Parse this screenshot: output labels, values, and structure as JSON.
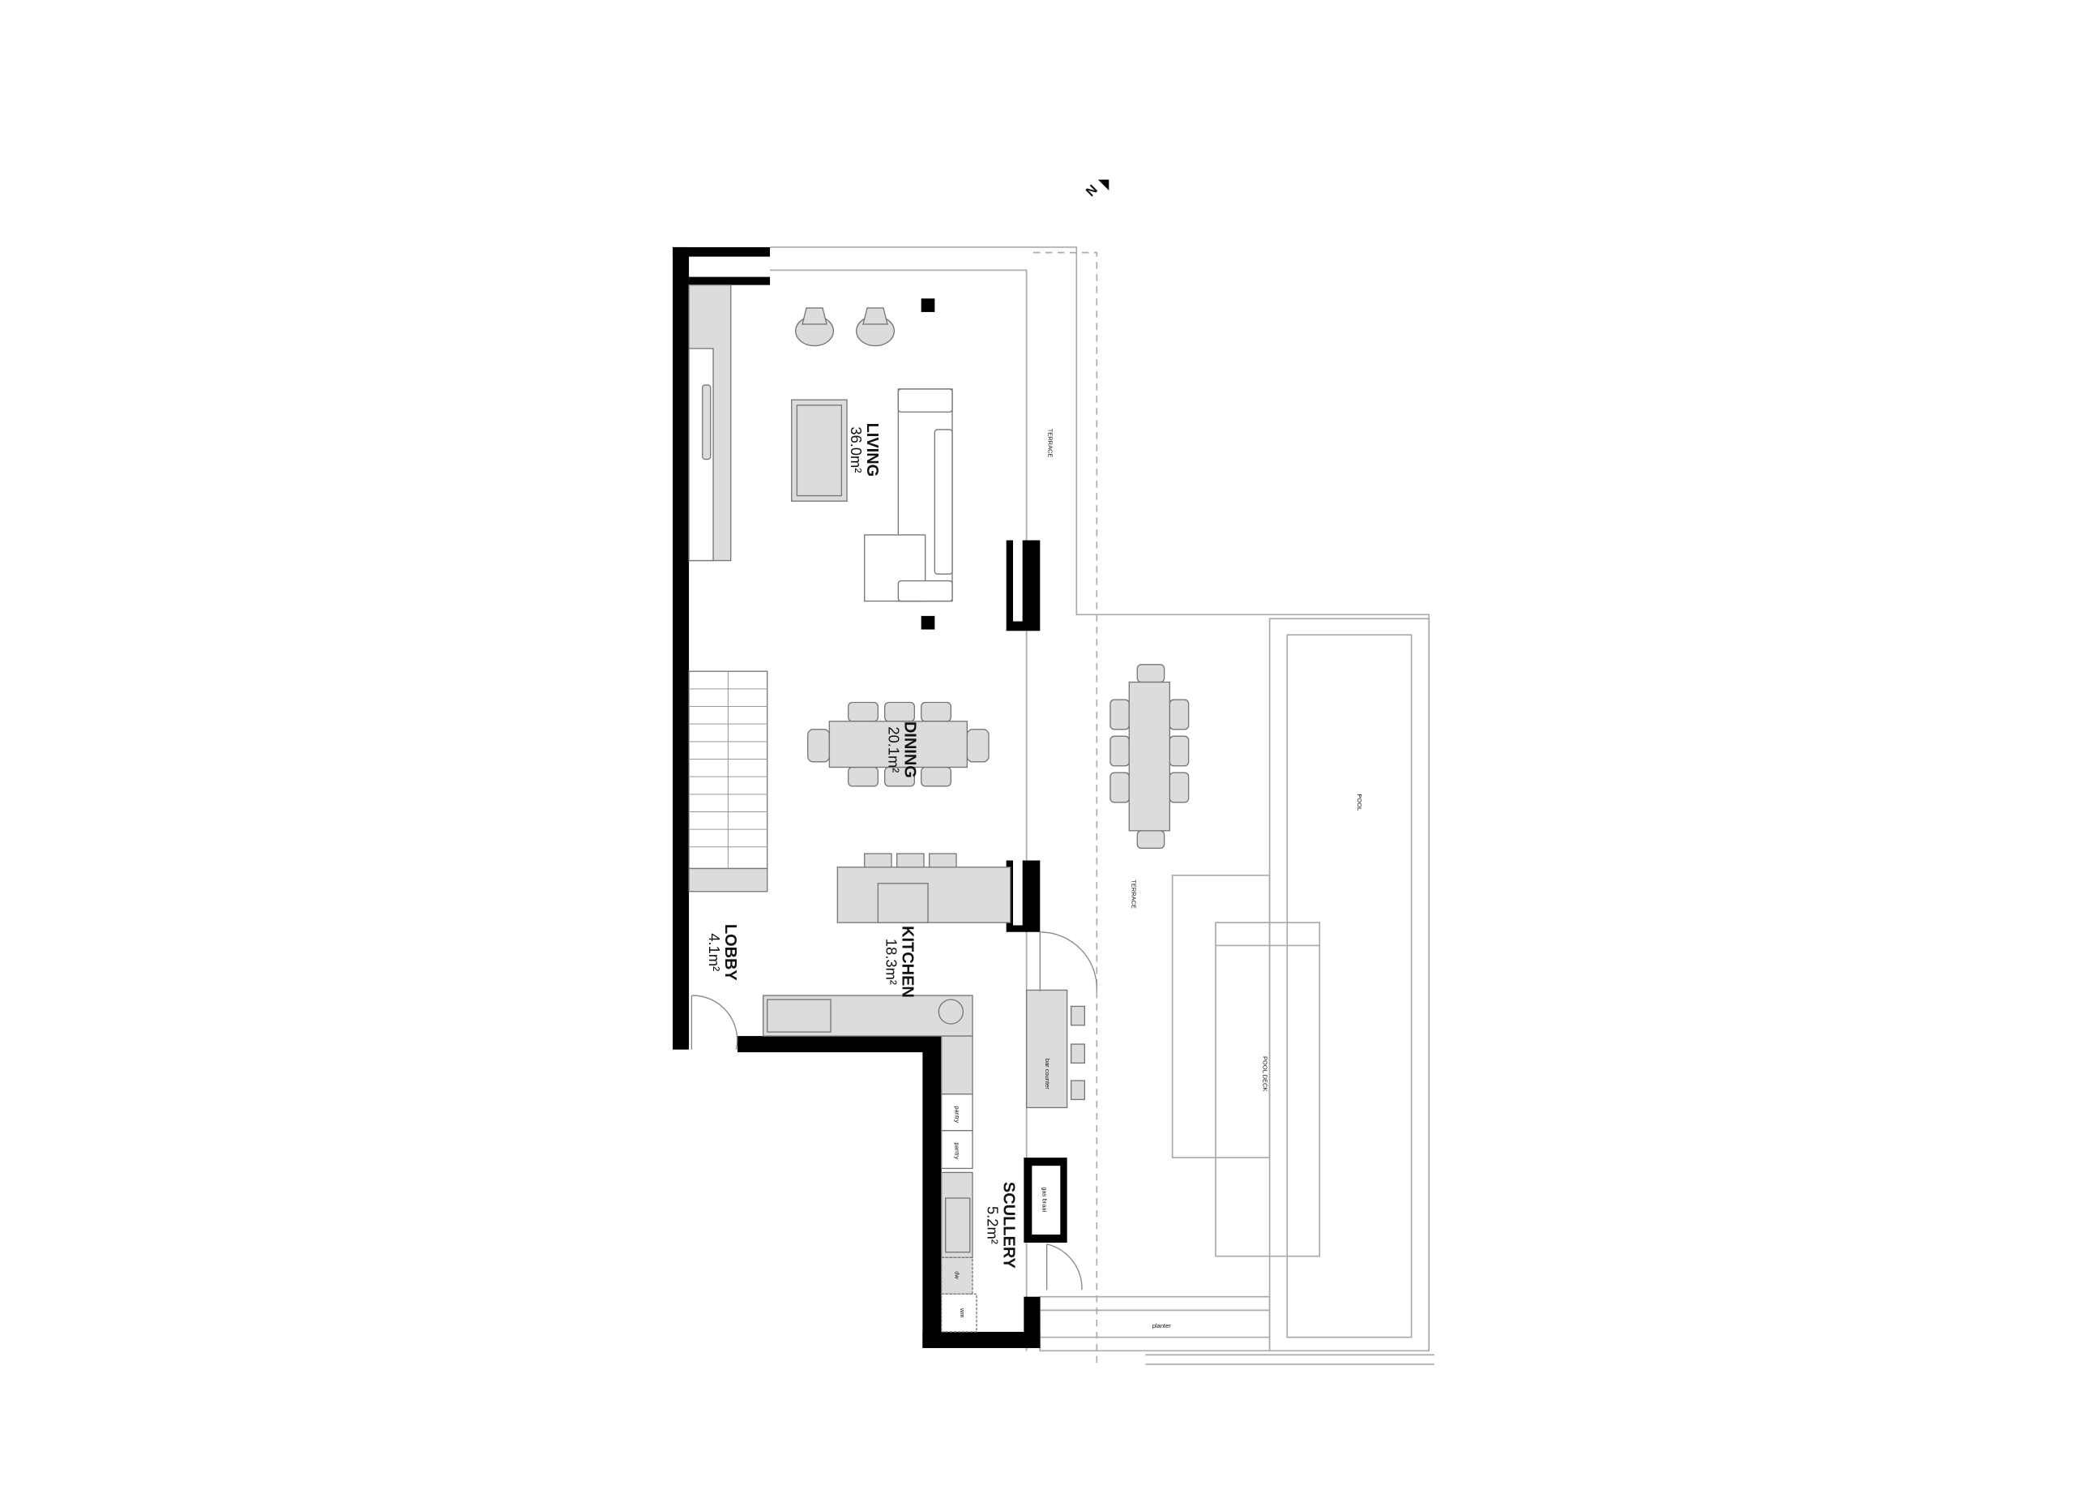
{
  "north_label": "N",
  "rooms": {
    "living": {
      "name": "LIVING",
      "area": "36.0m²"
    },
    "dining": {
      "name": "DINING",
      "area": "20.1m²"
    },
    "kitchen": {
      "name": "KITCHEN",
      "area": "18.3m²"
    },
    "lobby": {
      "name": "LOBBY",
      "area": "4.1m²"
    },
    "scullery": {
      "name": "SCULLERY",
      "area": "5.2m²"
    }
  },
  "outdoor": {
    "terrace_north": "TERRACE",
    "terrace_south": "TERRACE",
    "pool": "POOL",
    "pool_deck": "POOL DECK",
    "planter": "planter"
  },
  "fixtures": {
    "bar_counter": "bar counter",
    "gas_braai": "gas braai",
    "pantry_1": "pantry",
    "pantry_2": "pantry",
    "dishwasher": "dw",
    "washer": "wm"
  },
  "colors": {
    "wall": "#000000",
    "furniture": "#dcdcdc",
    "line": "#aaaaaa"
  }
}
